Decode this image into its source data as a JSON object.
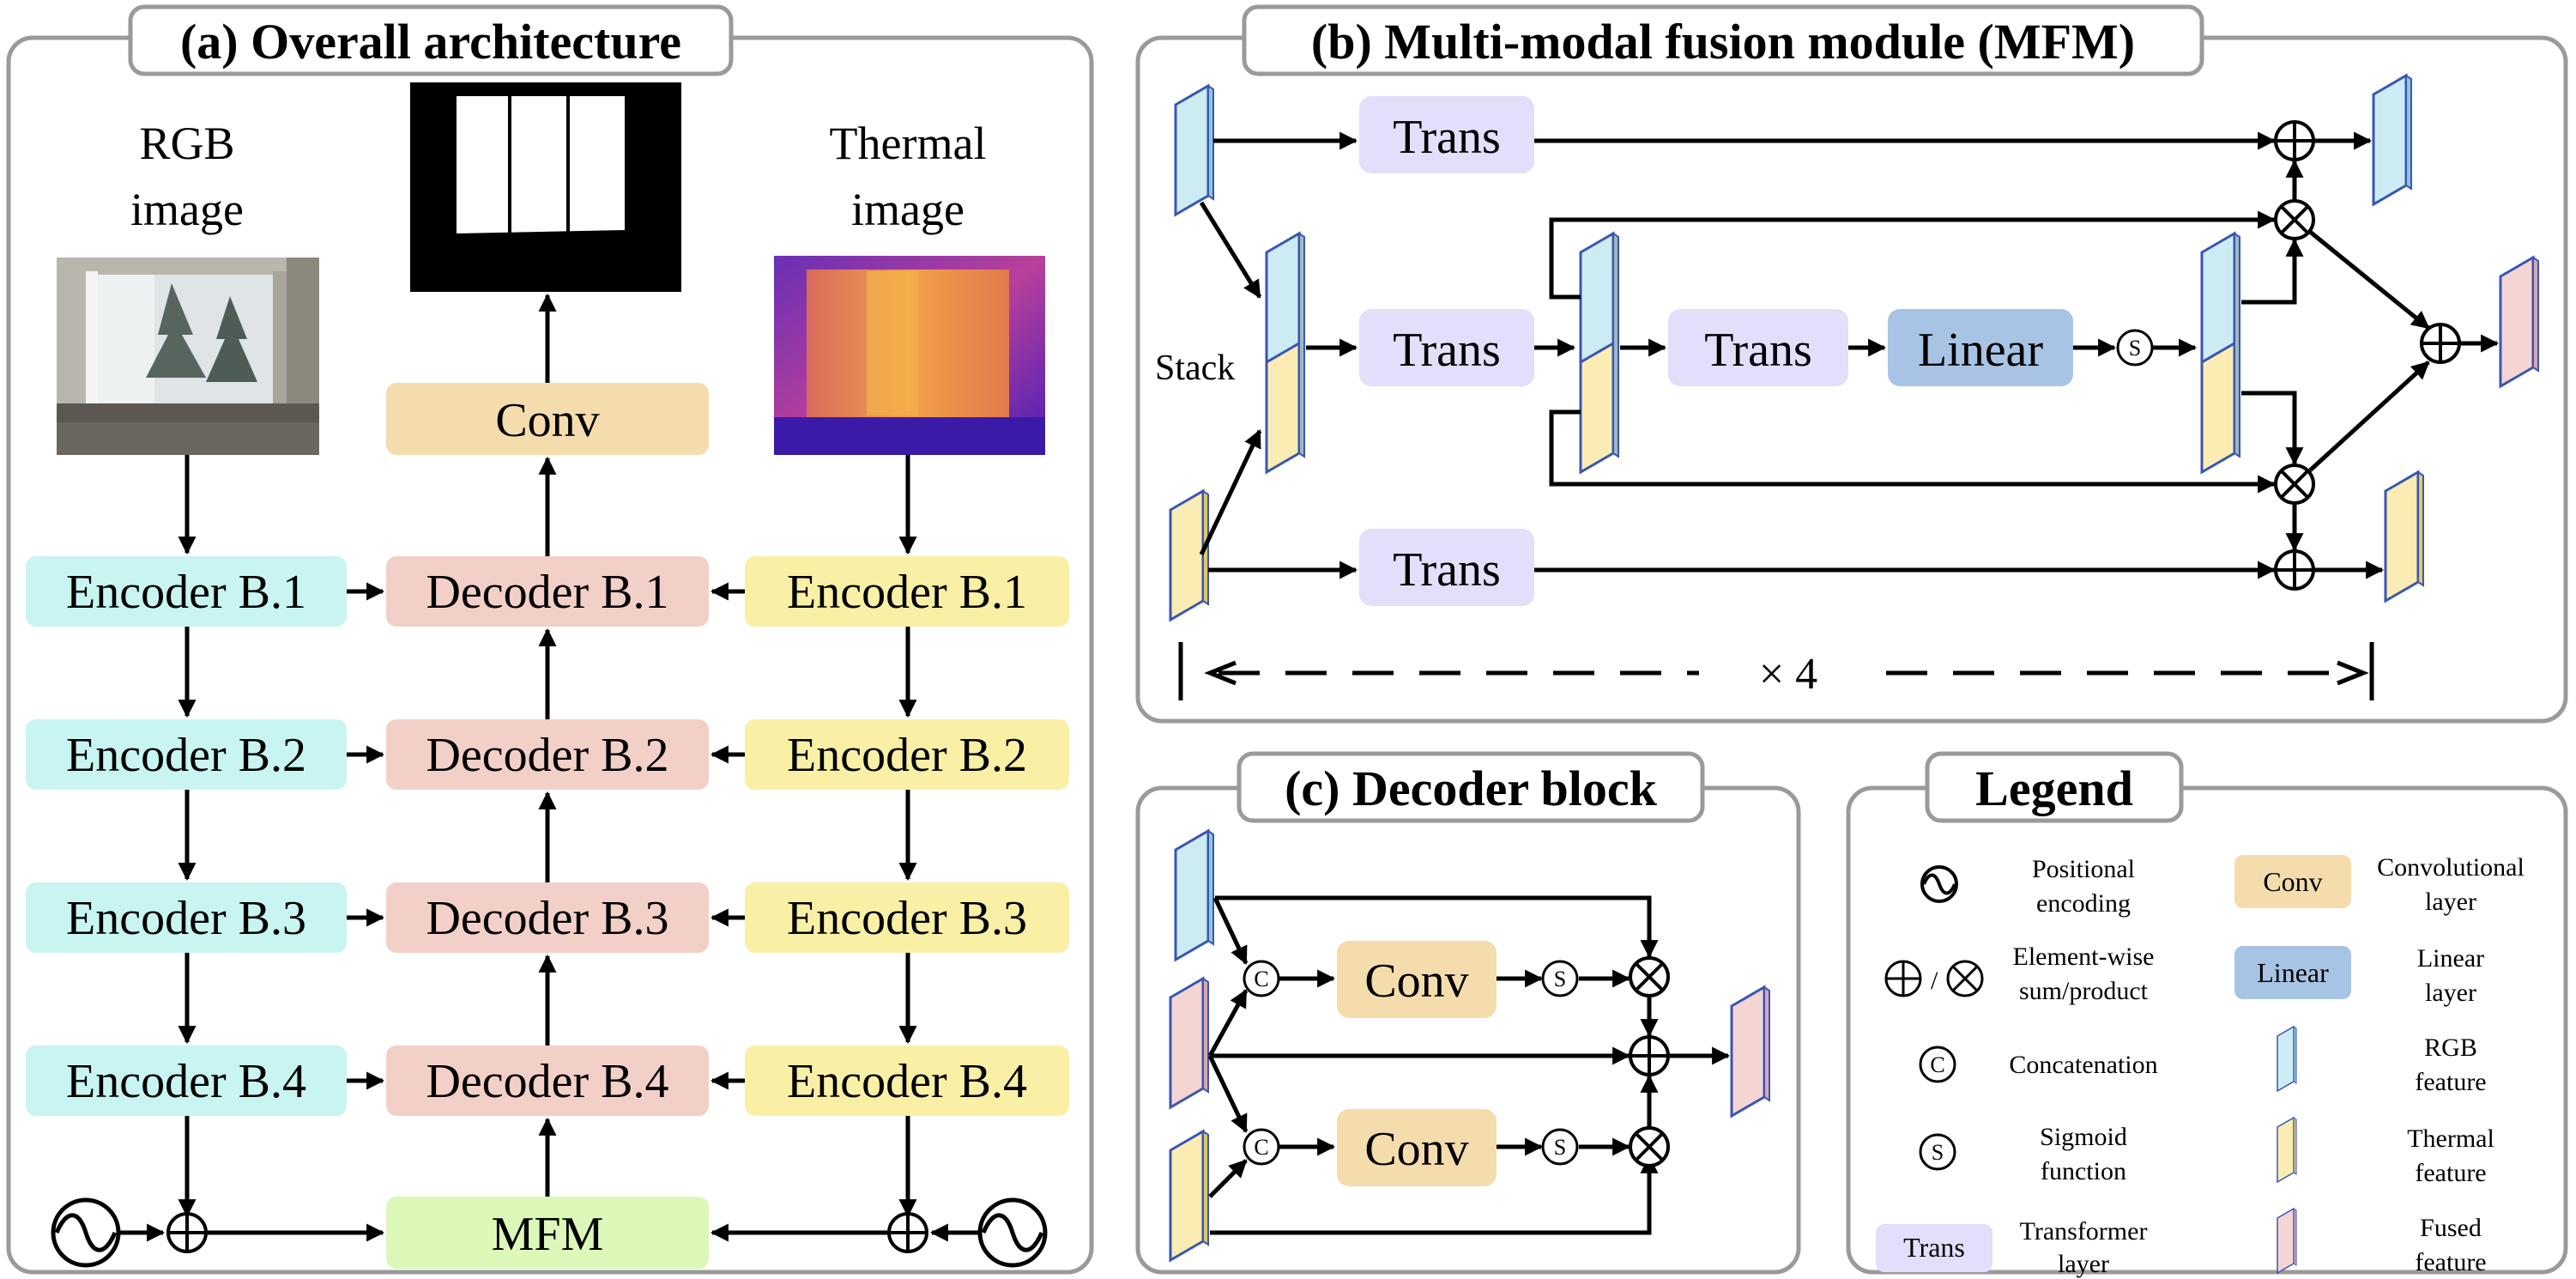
{
  "panels": {
    "a": "(a) Overall architecture",
    "b": "(b) Multi-modal fusion module (MFM)",
    "c": "(c) Decoder block",
    "legend": "Legend"
  },
  "overall": {
    "rgb_label": [
      "RGB",
      "image"
    ],
    "thermal_label": [
      "Thermal",
      "image"
    ],
    "conv": "Conv",
    "mfm": "MFM",
    "encoders_rgb": [
      "Encoder B.1",
      "Encoder B.2",
      "Encoder B.3",
      "Encoder B.4"
    ],
    "decoders": [
      "Decoder B.1",
      "Decoder B.2",
      "Decoder B.3",
      "Decoder B.4"
    ],
    "encoders_thermal": [
      "Encoder B.1",
      "Encoder B.2",
      "Encoder B.3",
      "Encoder B.4"
    ]
  },
  "mfm_module": {
    "trans": "Trans",
    "linear": "Linear",
    "stack": "Stack",
    "repeat": "× 4"
  },
  "decoder_block": {
    "conv": "Conv"
  },
  "legend": {
    "positional": [
      "Positional",
      "encoding"
    ],
    "elementwise": [
      "Element-wise",
      "sum/product"
    ],
    "concat": "Concatenation",
    "sigmoid": [
      "Sigmoid",
      "function"
    ],
    "transformer": [
      "Transformer",
      "layer"
    ],
    "conv_box": "Conv",
    "conv_desc": [
      "Convolutional",
      "layer"
    ],
    "linear_box": "Linear",
    "linear_desc": [
      "Linear",
      "layer"
    ],
    "rgb": [
      "RGB",
      "feature"
    ],
    "thermal": [
      "Thermal",
      "feature"
    ],
    "fused": [
      "Fused",
      "feature"
    ],
    "trans_box": "Trans",
    "slash": "/"
  },
  "colors": {
    "encoder_rgb": "#c8f4f1",
    "encoder_thermal": "#f9f0a6",
    "decoder": "#f2d0c8",
    "conv": "#f4dcad",
    "mfm": "#dcf8b8",
    "trans": "#e3defa",
    "linear": "#a8c4e4",
    "rgb_feature": "#cdebf3",
    "thermal_feature": "#faecb3",
    "fused_feature": "#f4d5d4"
  }
}
